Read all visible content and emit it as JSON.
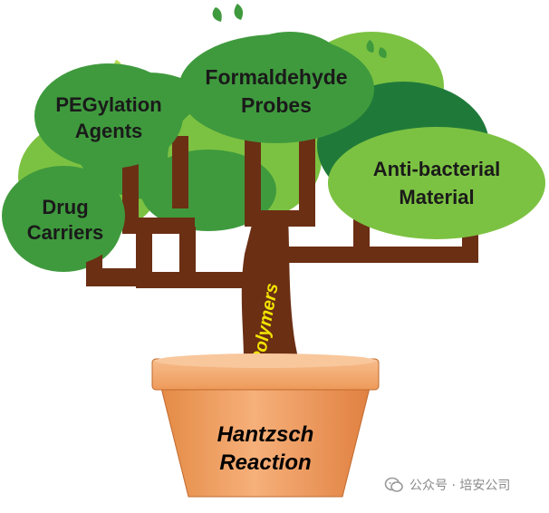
{
  "nodes": {
    "pot": {
      "line1": "Hantzsch",
      "line2": "Reaction"
    },
    "trunk": {
      "label": "Polymers"
    },
    "leaf_pegylation": {
      "line1": "PEGylation",
      "line2": "Agents"
    },
    "leaf_formaldehyde": {
      "line1": "Formaldehyde",
      "line2": "Probes"
    },
    "leaf_antibacterial": {
      "line1": "Anti-bacterial",
      "line2": "Material"
    },
    "leaf_drug": {
      "line1": "Drug",
      "line2": "Carriers"
    }
  },
  "watermark": {
    "text": "公众号 · 培安公司"
  },
  "colors": {
    "foliage_light": "#7cc242",
    "foliage_mid": "#3f9a3d",
    "foliage_dark": "#1f7a3a",
    "trunk": "#6b2f14",
    "pot": "#f0a262",
    "pot_rim": "#f4b27a",
    "trunk_text": "#f2e400"
  }
}
